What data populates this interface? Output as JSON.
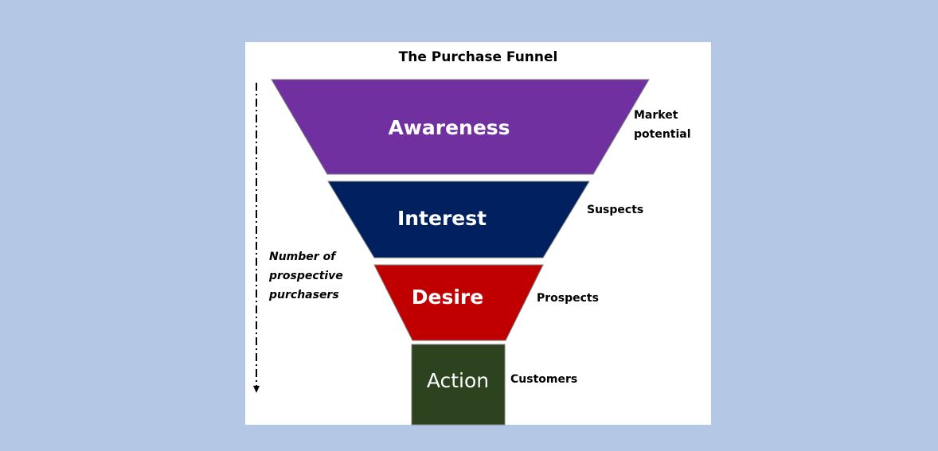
{
  "title": "The Purchase Funnel",
  "stages": [
    {
      "label": "Awareness",
      "audience": [
        "Market",
        "potential"
      ],
      "color": "#7030a0"
    },
    {
      "label": "Interest",
      "audience": [
        "Suspects"
      ],
      "color": "#002060"
    },
    {
      "label": "Desire",
      "audience": [
        "Prospects"
      ],
      "color": "#c00000"
    },
    {
      "label": "Action",
      "audience": [
        "Customers"
      ],
      "color": "#2d4320"
    }
  ],
  "axis_label": [
    "Number of",
    "prospective",
    "purchasers"
  ],
  "colors": {
    "background": "#b4c8e6",
    "panel": "#ffffff",
    "arrow": "#000000"
  },
  "icons": {
    "axis_arrow": "dash-dot-down-arrow-icon"
  }
}
